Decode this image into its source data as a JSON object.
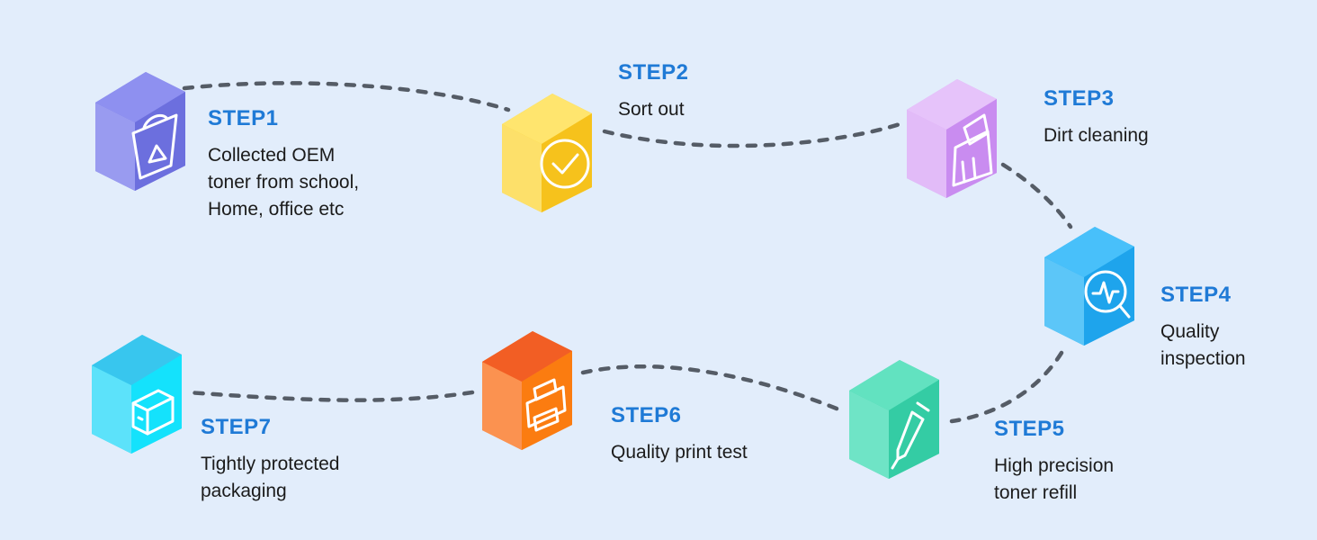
{
  "colors": {
    "background": "#e2edfb",
    "step_title": "#1f7ad6",
    "text": "#1b1b1b",
    "connector": "#555c66"
  },
  "steps": [
    {
      "title": "STEP1",
      "lines": [
        "Collected OEM",
        "toner from school,",
        "Home, office etc"
      ],
      "icon": "recycle-bag-icon",
      "color": "#7b7ee6"
    },
    {
      "title": "STEP2",
      "lines": [
        "Sort out"
      ],
      "icon": "checkmark-circle-icon",
      "color": "#fcd22c"
    },
    {
      "title": "STEP3",
      "lines": [
        "Dirt cleaning"
      ],
      "icon": "broom-icon",
      "color": "#d49cf4"
    },
    {
      "title": "STEP4",
      "lines": [
        "Quality",
        "inspection"
      ],
      "icon": "magnifier-icon",
      "color": "#2fb2f4"
    },
    {
      "title": "STEP5",
      "lines": [
        "High precision",
        "toner refill"
      ],
      "icon": "dropper-icon",
      "color": "#48d8b2"
    },
    {
      "title": "STEP6",
      "lines": [
        "Quality print test"
      ],
      "icon": "printer-icon",
      "color": "#f97a2a"
    },
    {
      "title": "STEP7",
      "lines": [
        "Tightly protected",
        "packaging"
      ],
      "icon": "box-icon",
      "color": "#2ad6f6"
    }
  ]
}
